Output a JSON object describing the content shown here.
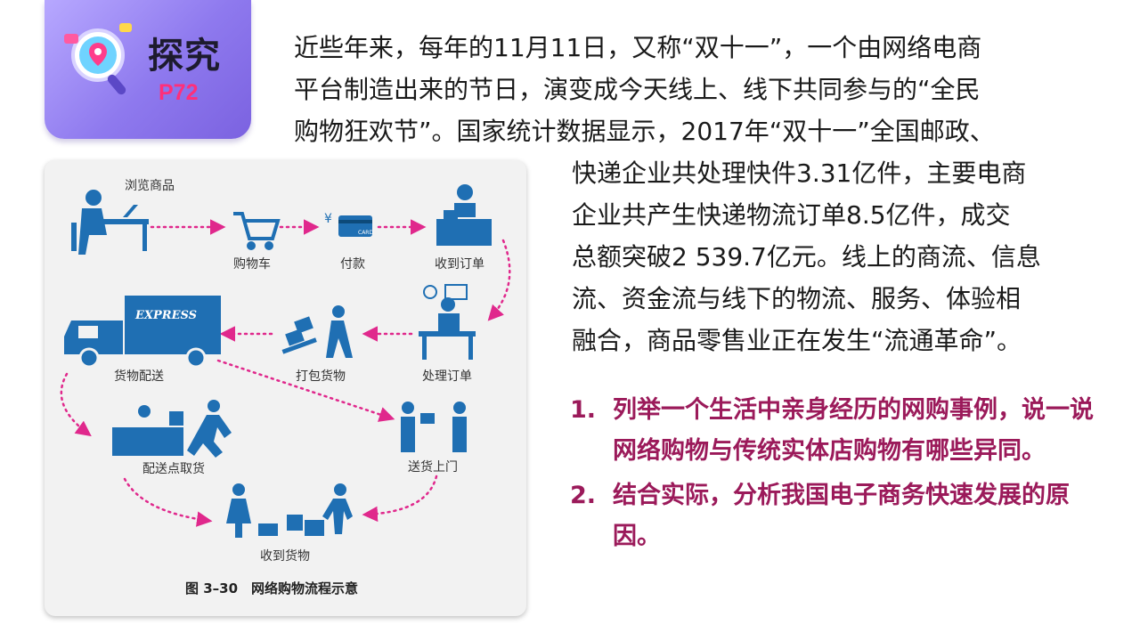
{
  "badge": {
    "title": "探究",
    "page": "P72"
  },
  "paragraph": {
    "lines": [
      "近些年来，每年的11月11日，又称“双十一”，一个由网络电商",
      "平台制造出来的节日，演变成今天线上、线下共同参与的“全民",
      "购物狂欢节”。国家统计数据显示，2017年“双十一”全国邮政、",
      "快递企业共处理快件3.31亿件，主要电商",
      "企业共产生快递物流订单8.5亿件，成交",
      "总额突破2 539.7亿元。线上的商流、信息",
      "流、资金流与线下的物流、服务、体验相",
      "融合，商品零售业正在发生“流通革命”。"
    ]
  },
  "questions": [
    {
      "num": "1.",
      "text": "列举一个生活中亲身经历的网购事例，说一说网络购物与传统实体店购物有哪些异同。"
    },
    {
      "num": "2.",
      "text": "结合实际，分析我国电子商务快速发展的原因。"
    }
  ],
  "figure": {
    "caption": "图 3–30　网络购物流程示意",
    "steps": {
      "browse": "浏览商品",
      "cart": "购物车",
      "pay": "付款",
      "receive_order": "收到订单",
      "process_order": "处理订单",
      "pack": "打包货物",
      "delivery": "货物配送",
      "pickup": "配送点取货",
      "door": "送货上门",
      "received": "收到货物"
    },
    "truck_text": "EXPRESS",
    "card_text": "CARD",
    "yen": "¥"
  },
  "colors": {
    "accent": "#9b1a5a",
    "icon": "#1f6fb3",
    "arrow": "#e0288c",
    "badge": "#8e79ee",
    "page_num": "#ff2f7a"
  }
}
